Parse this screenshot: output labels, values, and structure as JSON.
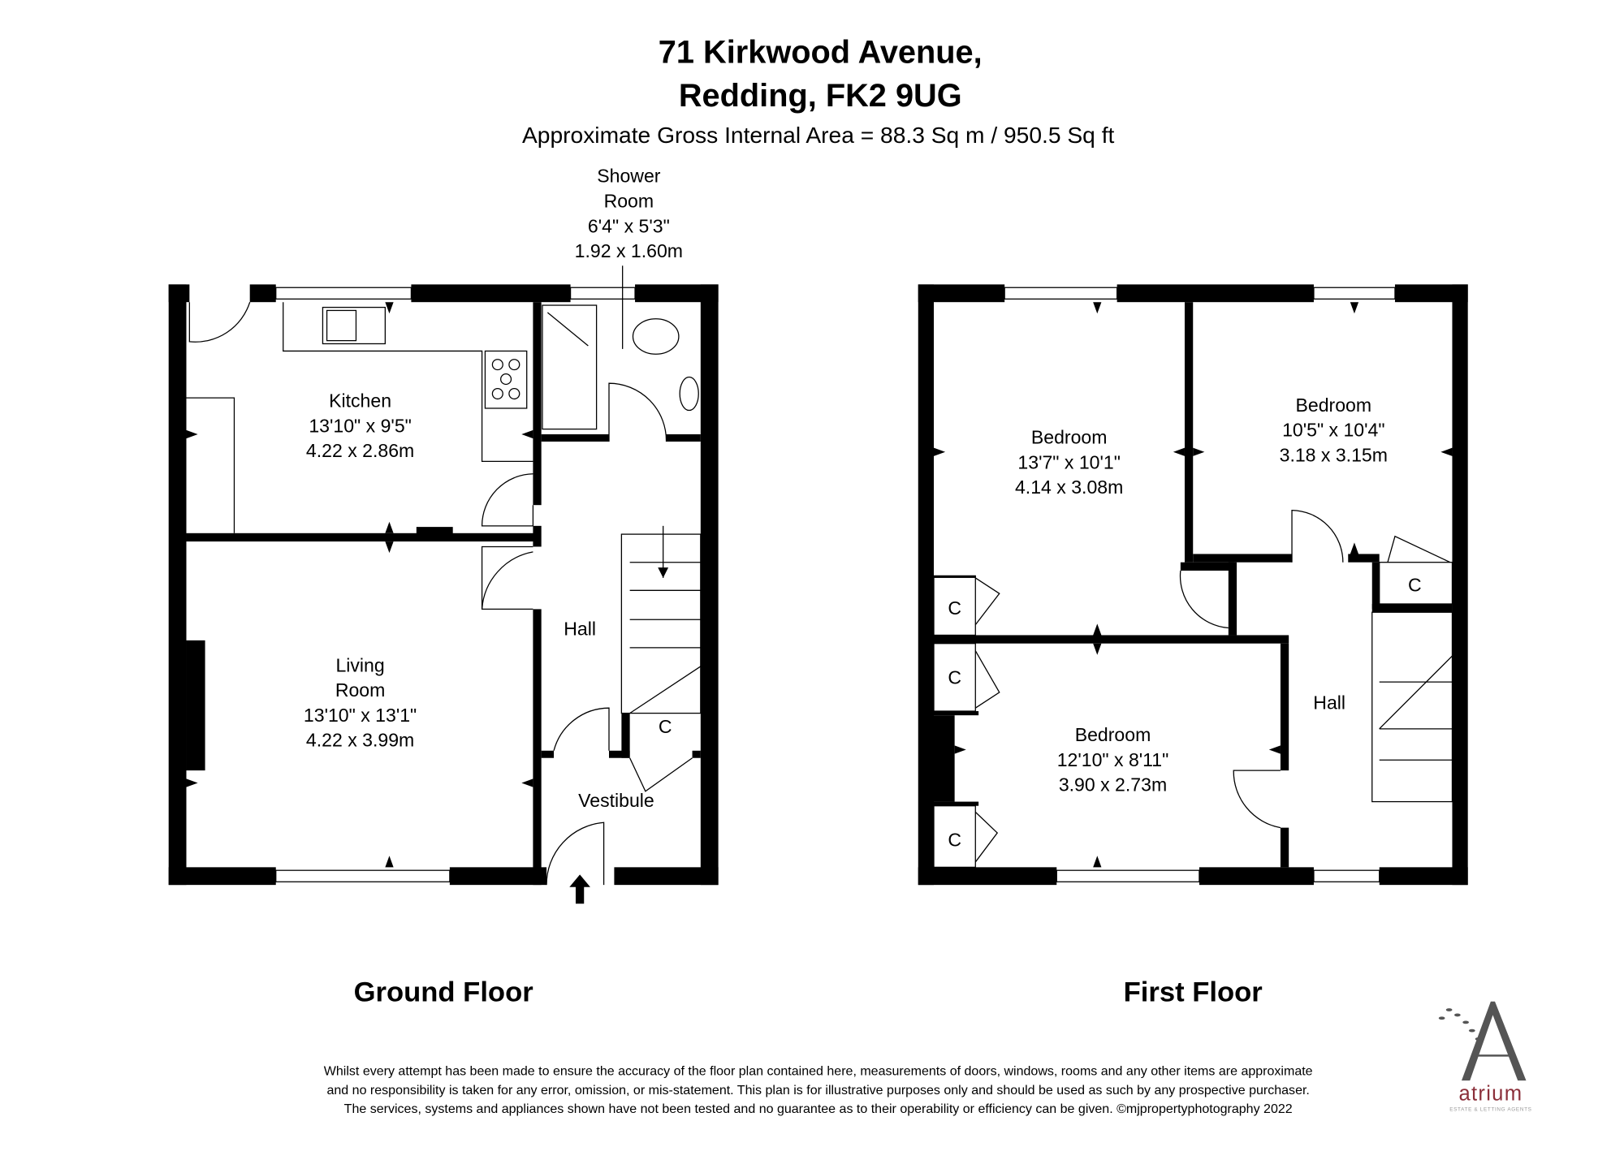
{
  "header": {
    "address_line1": "71 Kirkwood Avenue,",
    "address_line2": "Redding, FK2 9UG",
    "area": "Approximate Gross Internal Area = 88.3 Sq m / 950.5 Sq ft"
  },
  "ground_floor": {
    "label": "Ground Floor",
    "rooms": {
      "shower": {
        "name1": "Shower",
        "name2": "Room",
        "imperial": "6'4\" x 5'3\"",
        "metric": "1.92 x 1.60m"
      },
      "kitchen": {
        "name": "Kitchen",
        "imperial": "13'10\" x 9'5\"",
        "metric": "4.22 x 2.86m"
      },
      "living": {
        "name1": "Living",
        "name2": "Room",
        "imperial": "13'10\" x 13'1\"",
        "metric": "4.22 x 3.99m"
      },
      "hall": {
        "name": "Hall"
      },
      "cupboard": {
        "name": "C"
      },
      "vestibule": {
        "name": "Vestibule"
      }
    }
  },
  "first_floor": {
    "label": "First Floor",
    "rooms": {
      "bedroom1": {
        "name": "Bedroom",
        "imperial": "13'7\" x 10'1\"",
        "metric": "4.14 x 3.08m"
      },
      "bedroom2": {
        "name": "Bedroom",
        "imperial": "10'5\" x 10'4\"",
        "metric": "3.18 x 3.15m"
      },
      "bedroom3": {
        "name": "Bedroom",
        "imperial": "12'10\" x 8'11\"",
        "metric": "3.90 x 2.73m"
      },
      "hall": {
        "name": "Hall"
      },
      "cupboards": [
        "C",
        "C",
        "C",
        "C"
      ]
    }
  },
  "disclaimer": {
    "line1": "Whilst every attempt has been made to ensure the accuracy of the floor plan contained here, measurements of doors, windows, rooms and any other items are approximate",
    "line2": "and no responsibility is taken for any error, omission, or mis-statement. This plan is for illustrative purposes only and should be used as such by any prospective purchaser.",
    "line3": "The services, systems and appliances shown have not been tested and no guarantee as to their operability or efficiency can be given. ©mjpropertyphotography 2022"
  },
  "logo": {
    "name": "atrium",
    "tagline": "ESTATE & LETTING AGENTS",
    "color": "#8b2f3a",
    "letter_color": "#555555"
  }
}
